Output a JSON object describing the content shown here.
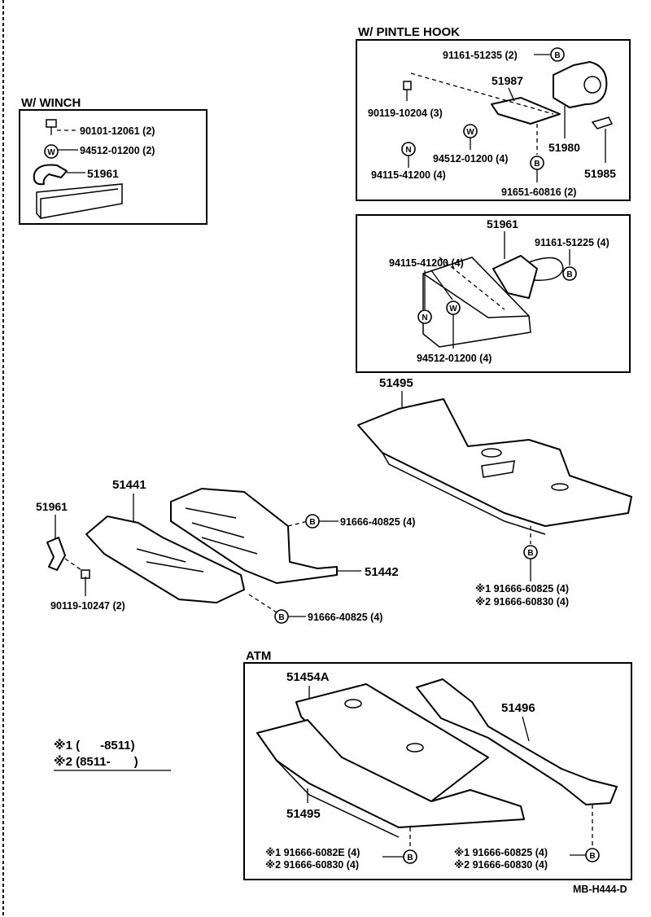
{
  "sections": {
    "winch": "W/ WINCH",
    "pintle_hook": "W/ PINTLE  HOOK",
    "atm": "ATM"
  },
  "parts": {
    "winch_bolt": "90101-12061 (2)",
    "winch_washer": "94512-01200 (2)",
    "winch_hook": "51961",
    "pintle_bolt_top": "91161-51235 (2)",
    "pintle_bracket": "51987",
    "pintle_bolt_small": "90119-10204 (3)",
    "pintle_washer": "94512-01200 (4)",
    "pintle_hook": "51980",
    "pintle_nut": "94115-41200 (4)",
    "pintle_pin": "51985",
    "pintle_bolt_bottom": "91651-60816 (2)",
    "hook2": "51961",
    "hook2_bolt": "91161-51225 (4)",
    "hook2_nut": "94115-41200 (4)",
    "hook2_washer": "94512-01200 (4)",
    "guard_51495": "51495",
    "front_hook": "51961",
    "front_bolt": "90119-10247 (2)",
    "guard_51441": "51441",
    "bolt_top_mid": "91666-40825 (4)",
    "guard_51442": "51442",
    "bolt_bottom_mid": "91666-40825 (4)",
    "bolt_right_1": "※1 91666-60825 (4)",
    "bolt_right_2": "※2 91666-60830 (4)",
    "atm_51454a": "51454A",
    "atm_51496": "51496",
    "atm_51495": "51495",
    "atm_left_1": "※1 91666-6082E (4)",
    "atm_left_2": "※2 91666-60830 (4)",
    "atm_right_1": "※1 91666-60825 (4)",
    "atm_right_2": "※2 91666-60830 (4)"
  },
  "badges": {
    "B": "B",
    "W": "W",
    "N": "N"
  },
  "legend": {
    "line1": "※1 (      -8511)",
    "line2": "※2 (8511-       )"
  },
  "footer": {
    "code": "MB-H444-D"
  }
}
